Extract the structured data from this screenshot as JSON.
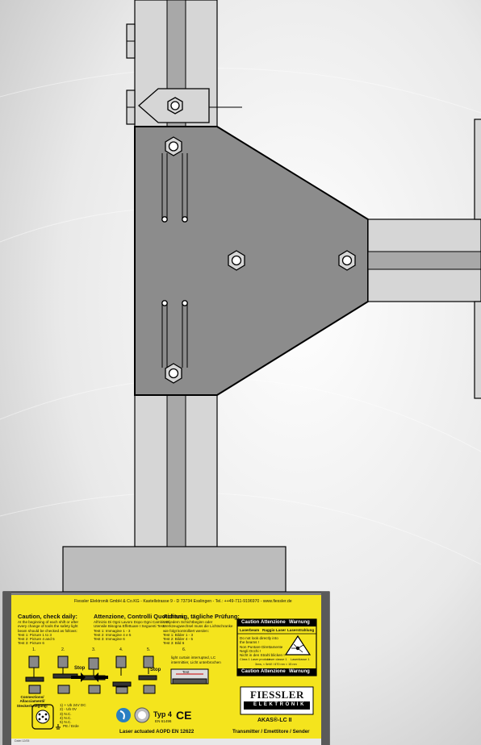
{
  "label": {
    "company": "Fiessler Elektronik GmbH & Co.KG - Kastellstrasse 9 - D 73734 Esslingen - Tel.: ++49-711-9196970 - www.fiessler.de",
    "col_en": {
      "title": "Caution, check daily:",
      "lines": [
        "At the beginning of each shift or after",
        "every change of tools the safety light",
        "beam should be checked as follows:",
        "Test 1: Picture 1 to 3",
        "Test 2: Picture 4 and 5",
        "Test 3: Picture 6"
      ]
    },
    "col_it": {
      "title": "Attenzione, Controlli Quotidiani:",
      "lines": [
        "All'inizio Di Ogni Lavoro Dopo Ogni Cambio Di",
        "Utensile Bisogna Effettuare I Seguenti Test:",
        "Test 1: Immagine 1 - 3",
        "Test 2: Immagine 4 e 5",
        "Test 3: Immagine 6"
      ]
    },
    "col_de": {
      "title": "Achtung, tägliche Prüfung:",
      "lines": [
        "Vor jedem Schichtbeginn oder",
        "Werkzeugwechsel muss die Lichtschranke",
        "wie folgt kontrolliert werden:",
        "Test 1: Bilder 1 - 3",
        "Test 2: Bilder 4 - 5",
        "Test 3: Bild 6"
      ]
    },
    "steps": [
      "1.",
      "2.",
      "3.",
      "4.",
      "5.",
      "6."
    ],
    "stop": "Stop",
    "step6_note": [
      "light curtain interrupted, LC",
      "intermittier, Licht unterbrochen"
    ],
    "step6_test": "Test",
    "connections_title": [
      "Connections/",
      "Allacciamenti/",
      "Steckerbelegung:"
    ],
    "connections": [
      "1) + Ub 24V DC",
      "2) - Ub 0V",
      "3) N.C.",
      "4) N.C.",
      "5) N.C.",
      "PE / Erde"
    ],
    "warning": {
      "header": [
        "Caution",
        "Attenzione",
        "Warnung"
      ],
      "subheader": [
        "Laserbeam",
        "Raggio Laser",
        "Laserstrahlung"
      ],
      "text": [
        "Do not look directly into",
        "the beams !",
        "Non Puntare Direttamente",
        "Negli Occhi !",
        "Nicht in den Strahl blicken !"
      ],
      "class_line": [
        "Class 1 Laser product",
        "Laser classe 1",
        "Laserklasse 1"
      ],
      "spec": "3mw, < 5nW / 670 nm < 15 nm",
      "footer": [
        "Caution",
        "Attenzione",
        "Warnung"
      ]
    },
    "brand": "FIESSLER",
    "brand_sub": "ELEKTRONIK",
    "product": "AKAS®-LC II",
    "typ": "Typ 4",
    "typ_norm": "EN 61496",
    "ce": "CE",
    "aopd": "Laser actuated AOPD EN 12622",
    "transmitter": "Transmitter / Emettitore / Sender",
    "date": "Datei 12/05"
  },
  "colors": {
    "yellow": "#f4e41d",
    "dark_gray": "#8c8c8c",
    "light_gray": "#d6d6d6",
    "mid_gray": "#bcbcbc",
    "outline": "#000000"
  }
}
